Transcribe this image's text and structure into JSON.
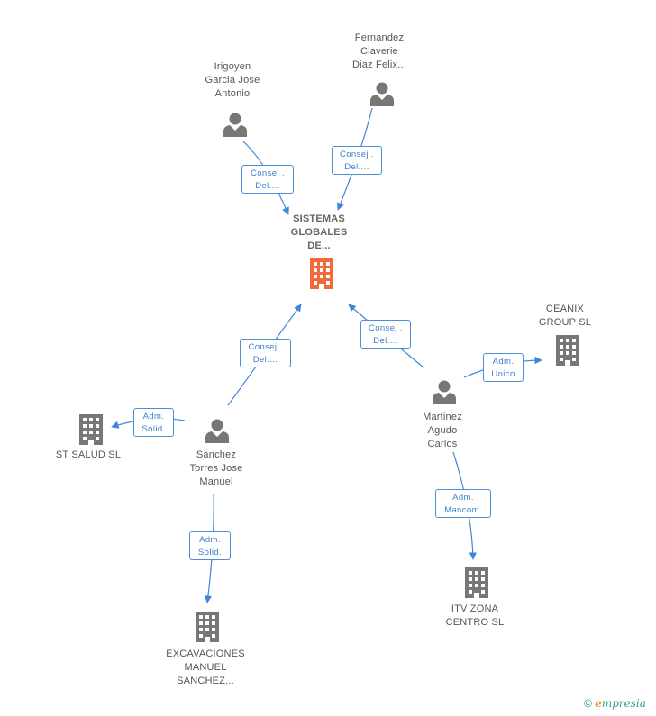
{
  "colors": {
    "edge": "#3f87d6",
    "person": "#777777",
    "company": "#777777",
    "center_company": "#f26a3a"
  },
  "nodes": {
    "center": {
      "label": "SISTEMAS\nGLOBALES\nDE...",
      "icon": "building-icon"
    },
    "irigoyen": {
      "label": "Irigoyen\nGarcia Jose\nAntonio",
      "icon": "person-icon"
    },
    "fernandez": {
      "label": "Fernandez\nClaverie\nDiaz Felix...",
      "icon": "person-icon"
    },
    "sanchez": {
      "label": "Sanchez\nTorres Jose\nManuel",
      "icon": "person-icon"
    },
    "martinez": {
      "label": "Martinez\nAgudo\nCarlos",
      "icon": "person-icon"
    },
    "ceanix": {
      "label": "CEANIX\nGROUP SL",
      "icon": "building-icon"
    },
    "st_salud": {
      "label": "ST SALUD SL",
      "icon": "building-icon"
    },
    "excavaciones": {
      "label": "EXCAVACIONES\nMANUEL\nSANCHEZ...",
      "icon": "building-icon"
    },
    "itv": {
      "label": "ITV ZONA\nCENTRO SL",
      "icon": "building-icon"
    }
  },
  "edges": {
    "irigoyen_center": "Consej .\nDel....",
    "fernandez_center": "Consej .\nDel....",
    "sanchez_center": "Consej .\nDel....",
    "martinez_center": "Consej .\nDel....",
    "martinez_ceanix": "Adm.\nUnico",
    "sanchez_stsalud": "Adm.\nSolid.",
    "sanchez_excavaciones": "Adm.\nSolid.",
    "martinez_itv": "Adm.\nMancom."
  },
  "credit": {
    "symbol": "©",
    "e": "e",
    "rest": "mpresia"
  }
}
